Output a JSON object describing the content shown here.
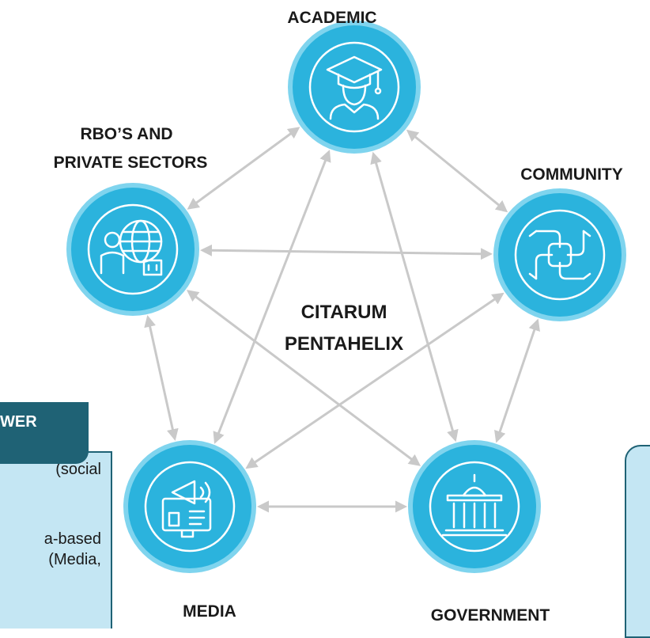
{
  "diagram": {
    "center_title_line1": "CITARUM",
    "center_title_line2": "PENTAHELIX",
    "nodes": {
      "academic": {
        "label": "ACADEMIC",
        "icon": "graduate-icon"
      },
      "rbo": {
        "label_line1": "RBO’S AND",
        "label_line2": "PRIVATE SECTORS",
        "icon": "business-globe-icon"
      },
      "community": {
        "label": "COMMUNITY",
        "icon": "joined-hands-icon"
      },
      "media": {
        "label": "MEDIA",
        "icon": "megaphone-monitor-icon"
      },
      "government": {
        "label": "GOVERNMENT",
        "icon": "government-building-icon"
      }
    },
    "colors": {
      "circle": "#2bb3dd",
      "ring": "#7fd4ee",
      "arrow": "#c9c9c9",
      "panel_header": "#1f6275",
      "panel_body": "#c4e6f3"
    }
  },
  "left_panel": {
    "header_text": "WER",
    "line1": "(social",
    "line2": "a-based",
    "line3": "(Media,"
  }
}
